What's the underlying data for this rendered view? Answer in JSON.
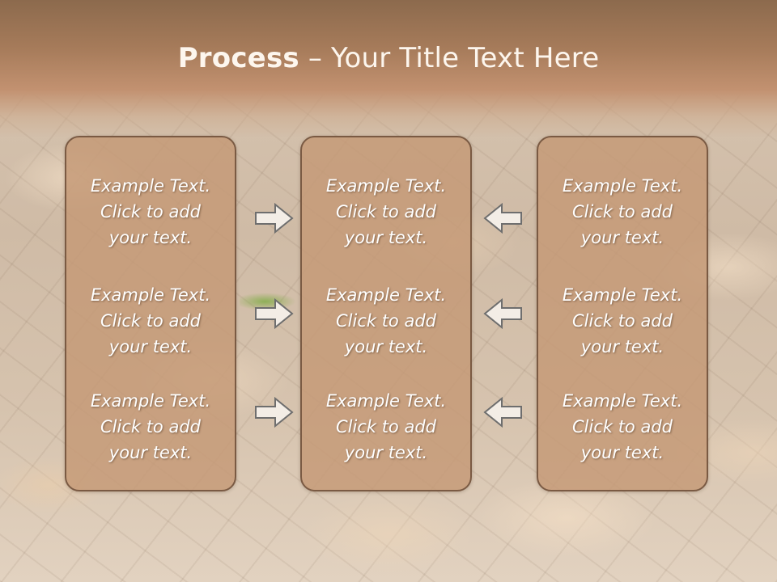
{
  "title": {
    "bold": "Process",
    "rest": " – Your Title Text Here"
  },
  "columns": [
    {
      "items": [
        {
          "line1": "Example Text.",
          "line2": "Click  to add",
          "line3": "your text."
        },
        {
          "line1": "Example Text.",
          "line2": "Click  to add",
          "line3": "your text."
        },
        {
          "line1": "Example Text.",
          "line2": "Click  to add",
          "line3": "your text."
        }
      ]
    },
    {
      "items": [
        {
          "line1": "Example Text.",
          "line2": "Click  to add",
          "line3": "your text."
        },
        {
          "line1": "Example Text.",
          "line2": "Click  to add",
          "line3": "your text."
        },
        {
          "line1": "Example Text.",
          "line2": "Click  to add",
          "line3": "your text."
        }
      ]
    },
    {
      "items": [
        {
          "line1": "Example Text.",
          "line2": "Click  to add",
          "line3": "your text."
        },
        {
          "line1": "Example Text.",
          "line2": "Click  to add",
          "line3": "your text."
        },
        {
          "line1": "Example Text.",
          "line2": "Click  to add",
          "line3": "your text."
        }
      ]
    }
  ],
  "icons": {
    "left_arrows": "right-arrow-icon",
    "right_arrows": "left-arrow-icon"
  },
  "colors": {
    "title_band": "#a67b5a",
    "box_fill": "#c49875",
    "box_border": "#7a5a43",
    "text": "#ffffff"
  }
}
